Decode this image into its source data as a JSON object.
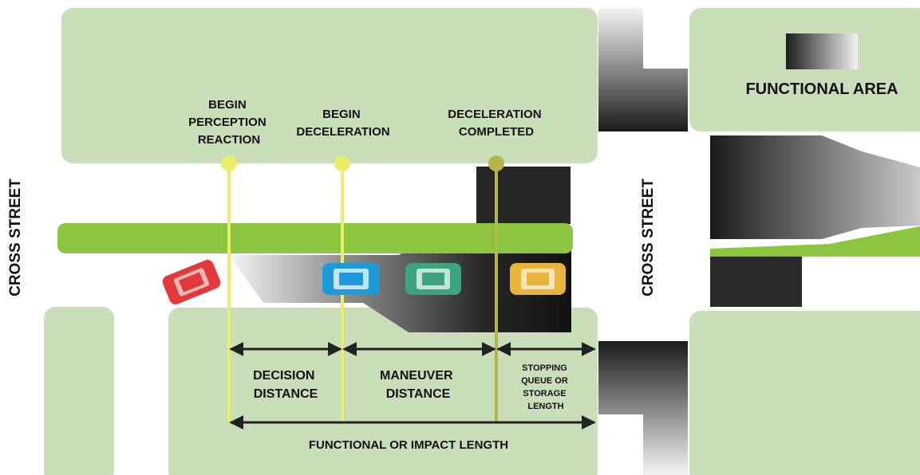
{
  "cross_street_left": "CROSS STREET",
  "cross_street_right": "CROSS STREET",
  "legend": {
    "label": "FUNCTIONAL AREA"
  },
  "markers": {
    "perception": [
      "BEGIN",
      "PERCEPTION",
      "REACTION"
    ],
    "deceleration": [
      "BEGIN",
      "DECELERATION"
    ],
    "completed": [
      "DECELERATION",
      "COMPLETED"
    ]
  },
  "distances": {
    "decision": [
      "DECISION",
      "DISTANCE"
    ],
    "maneuver": [
      "MANEUVER",
      "DISTANCE"
    ],
    "stopping": [
      "STOPPING",
      "QUEUE OR",
      "STORAGE",
      "LENGTH"
    ],
    "functional": "FUNCTIONAL OR IMPACT LENGTH"
  },
  "colors": {
    "block": "#c8dfba",
    "median": "#8cc540",
    "marker_line": "#e8ee6a",
    "car_red": "#e23a3c",
    "car_blue": "#1e9ad8",
    "car_teal": "#3ea37f",
    "car_yellow": "#e8b43b"
  }
}
